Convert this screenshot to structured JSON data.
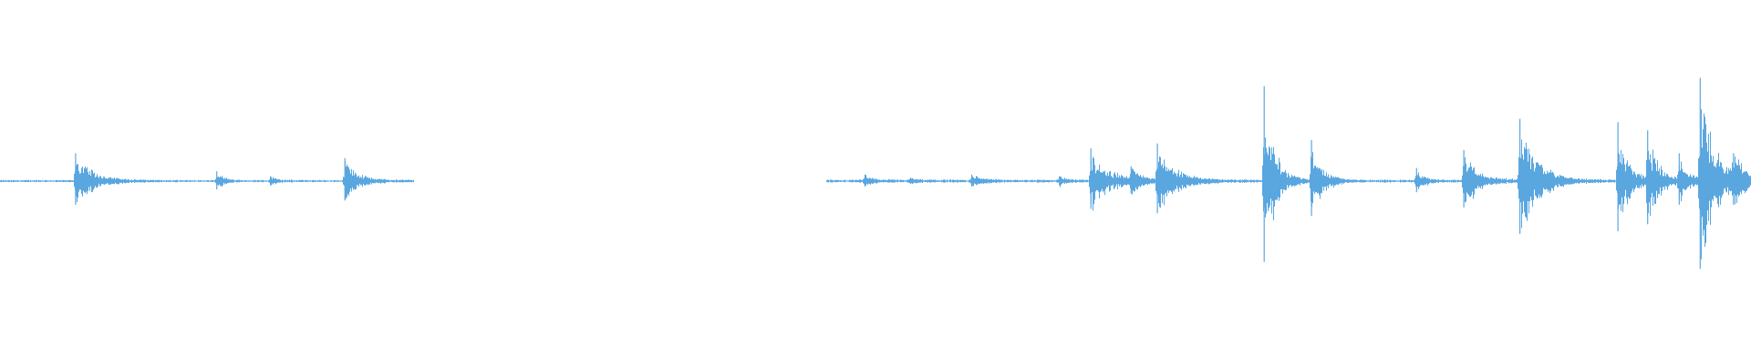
{
  "waveform": {
    "color": "#5aa7e0",
    "baseline_color": "#5aa7e0",
    "segments": [
      {
        "time_start": 0.0,
        "time_end": 0.236,
        "base_amplitude": 0.006,
        "events": [
          {
            "time": 0.0432,
            "peak": 0.17,
            "decay": 0.01
          },
          {
            "time": 0.1238,
            "peak": 0.06,
            "decay": 0.004
          },
          {
            "time": 0.1545,
            "peak": 0.03,
            "decay": 0.004
          },
          {
            "time": 0.197,
            "peak": 0.14,
            "decay": 0.008
          }
        ]
      },
      {
        "time_start": 0.472,
        "time_end": 1.0,
        "base_amplitude": 0.008,
        "events": [
          {
            "time": 0.494,
            "peak": 0.04,
            "decay": 0.004
          },
          {
            "time": 0.52,
            "peak": 0.02,
            "decay": 0.003
          },
          {
            "time": 0.555,
            "peak": 0.04,
            "decay": 0.006
          },
          {
            "time": 0.605,
            "peak": 0.03,
            "decay": 0.004
          },
          {
            "time": 0.623,
            "peak": 0.2,
            "decay": 0.01
          },
          {
            "time": 0.646,
            "peak": 0.09,
            "decay": 0.006
          },
          {
            "time": 0.661,
            "peak": 0.23,
            "decay": 0.01
          },
          {
            "time": 0.722,
            "peak": 0.58,
            "decay": 0.006
          },
          {
            "time": 0.749,
            "peak": 0.25,
            "decay": 0.006
          },
          {
            "time": 0.809,
            "peak": 0.08,
            "decay": 0.004
          },
          {
            "time": 0.836,
            "peak": 0.19,
            "decay": 0.008
          },
          {
            "time": 0.868,
            "peak": 0.38,
            "decay": 0.01
          },
          {
            "time": 0.924,
            "peak": 0.36,
            "decay": 0.006
          },
          {
            "time": 0.941,
            "peak": 0.31,
            "decay": 0.006
          },
          {
            "time": 0.959,
            "peak": 0.17,
            "decay": 0.005
          },
          {
            "time": 0.971,
            "peak": 0.63,
            "decay": 0.008
          },
          {
            "time": 0.99,
            "peak": 0.17,
            "decay": 0.006
          }
        ]
      }
    ]
  }
}
